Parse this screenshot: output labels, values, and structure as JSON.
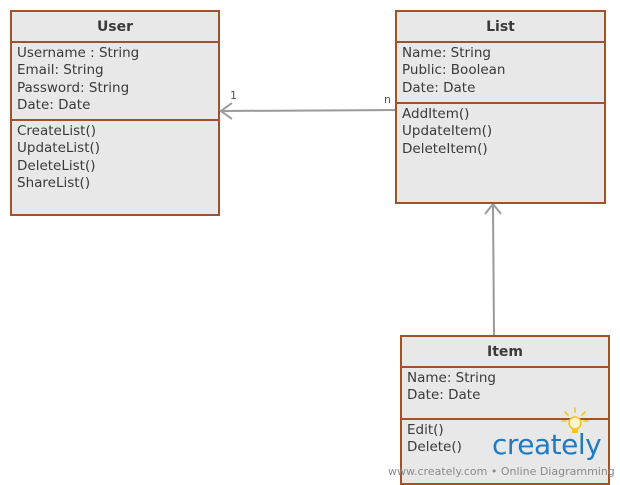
{
  "diagram": {
    "classes": [
      {
        "name": "User",
        "attributes": [
          "Username : String",
          "Email: String",
          "Password: String",
          "Date: Date"
        ],
        "methods": [
          "CreateList()",
          "UpdateList()",
          "DeleteList()",
          "ShareList()"
        ]
      },
      {
        "name": "List",
        "attributes": [
          "Name: String",
          "Public: Boolean",
          "Date: Date"
        ],
        "methods": [
          "AddItem()",
          "UpdateItem()",
          "DeleteItem()"
        ]
      },
      {
        "name": "Item",
        "attributes": [
          "Name: String",
          "Date: Date"
        ],
        "methods": [
          "Edit()",
          "Delete()"
        ]
      }
    ],
    "associations": [
      {
        "from": "List",
        "to": "User",
        "from_multiplicity": "n",
        "to_multiplicity": "1",
        "arrow": "open"
      },
      {
        "from": "Item",
        "to": "List",
        "arrow": "open"
      }
    ],
    "colors": {
      "class_border": "#a0522d",
      "class_fill": "#e8e8e8",
      "connector": "#9a9a9a",
      "logo": "#1e7bc4",
      "bulb": "#f5c518"
    }
  },
  "branding": {
    "logo": "creately",
    "logo_icon": "lightbulb-icon",
    "watermark": "www.creately.com • Online Diagramming"
  }
}
